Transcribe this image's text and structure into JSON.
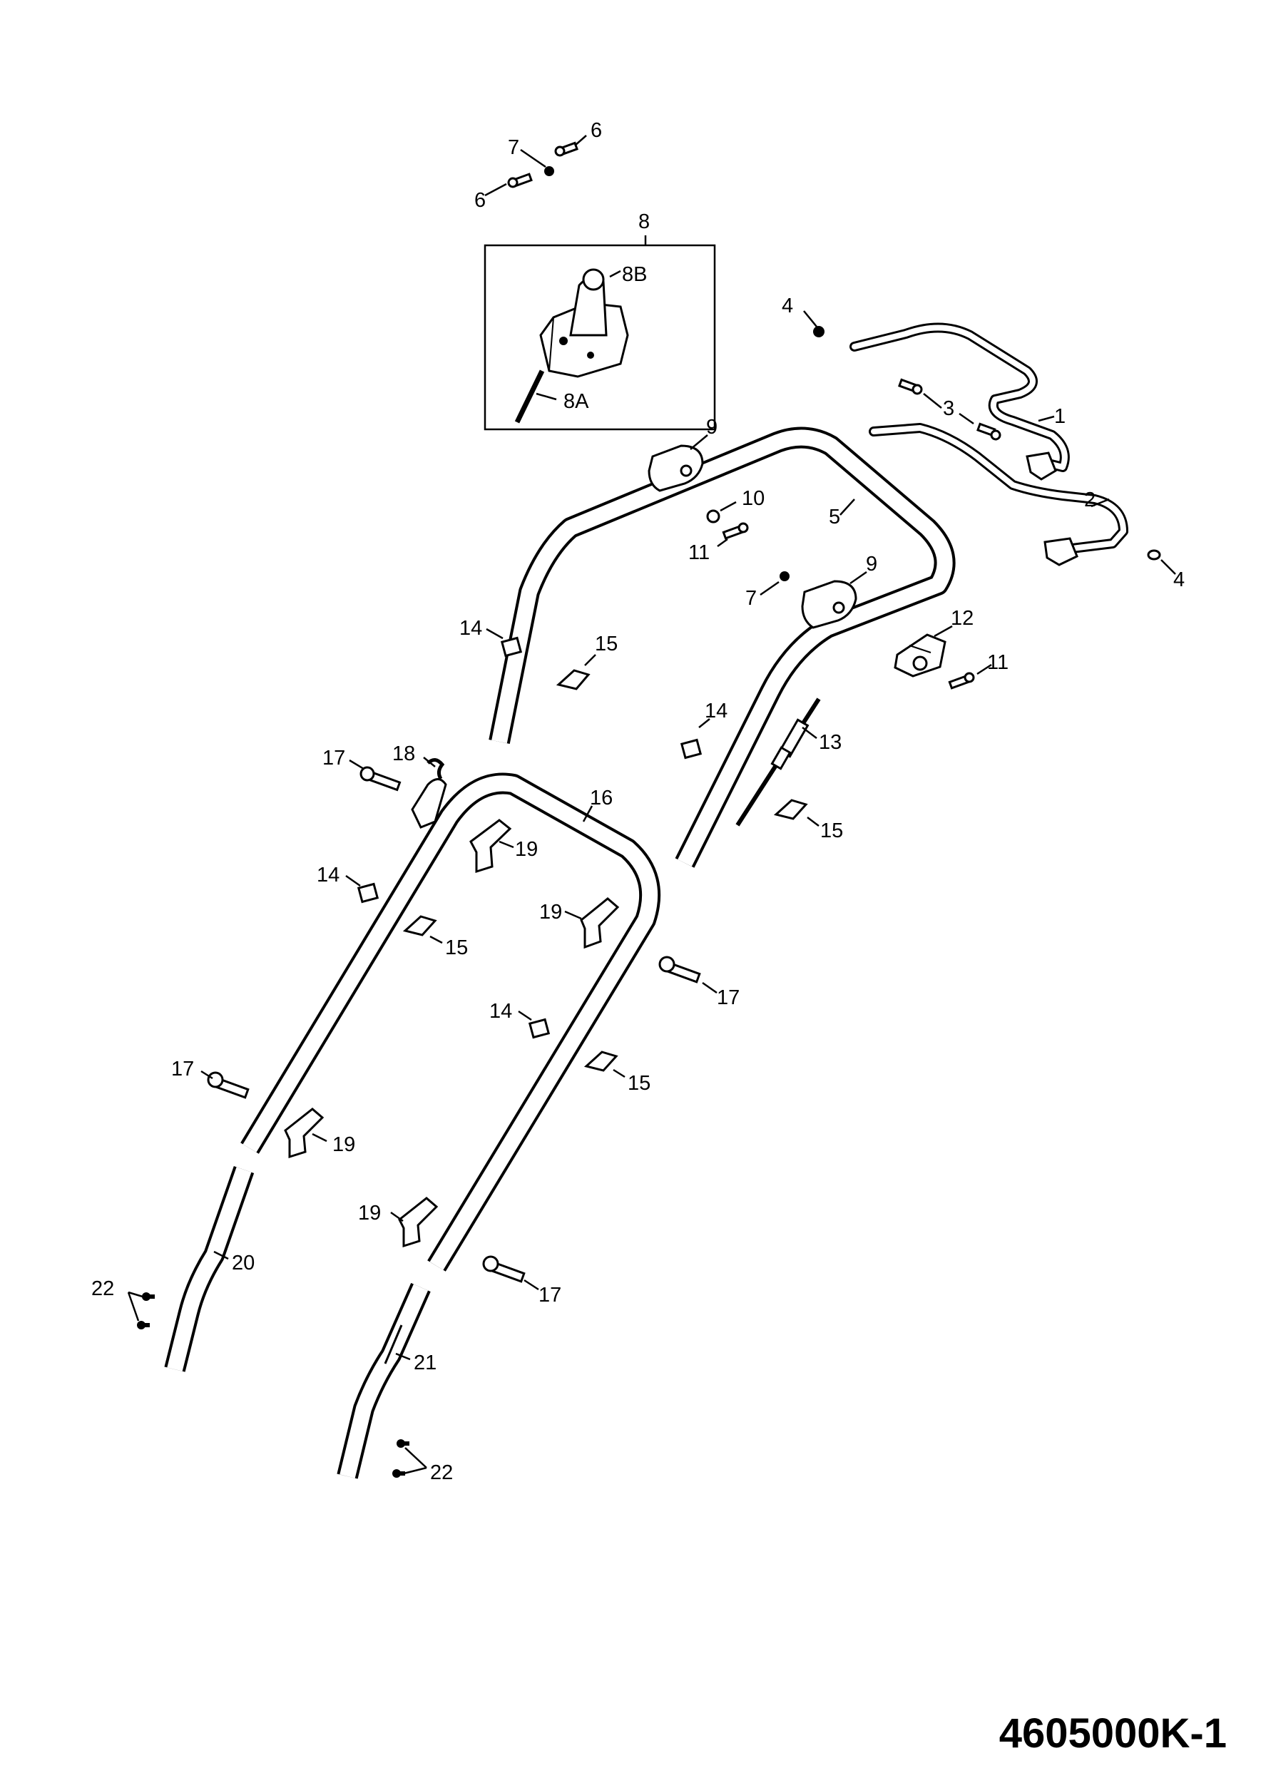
{
  "drawing_number": "4605000K-1",
  "callouts": {
    "c1": "1",
    "c2": "2",
    "c3": "3",
    "c4a": "4",
    "c4b": "4",
    "c5": "5",
    "c6a": "6",
    "c6b": "6",
    "c7a": "7",
    "c7b": "7",
    "c8": "8",
    "c8A": "8A",
    "c8B": "8B",
    "c9a": "9",
    "c9b": "9",
    "c10": "10",
    "c11a": "11",
    "c11b": "11",
    "c12": "12",
    "c13": "13",
    "c14a": "14",
    "c14b": "14",
    "c14c": "14",
    "c14d": "14",
    "c15a": "15",
    "c15b": "15",
    "c15c": "15",
    "c15d": "15",
    "c16": "16",
    "c17a": "17",
    "c17b": "17",
    "c17c": "17",
    "c17d": "17",
    "c18": "18",
    "c19a": "19",
    "c19b": "19",
    "c19c": "19",
    "c19d": "19",
    "c20": "20",
    "c21": "21",
    "c22a": "22",
    "c22b": "22"
  }
}
